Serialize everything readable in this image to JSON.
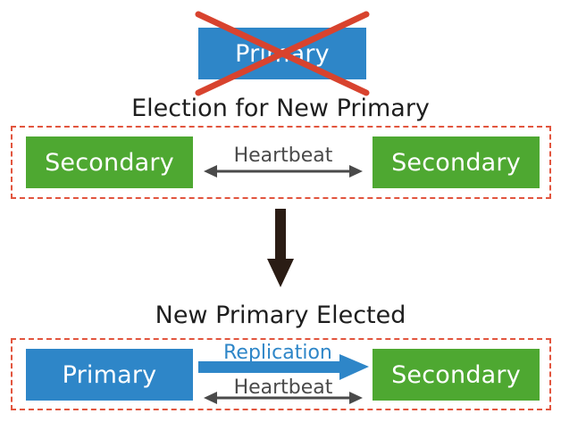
{
  "old_primary": {
    "label": "Primary"
  },
  "stage1": {
    "heading": "Election for New Primary",
    "left_node": "Secondary",
    "right_node": "Secondary",
    "edge_label": "Heartbeat"
  },
  "stage2": {
    "heading": "New Primary Elected",
    "left_node": "Primary",
    "right_node": "Secondary",
    "replication_label": "Replication",
    "heartbeat_label": "Heartbeat"
  },
  "colors": {
    "primary_blue": "#2e86c8",
    "secondary_green": "#4ea831",
    "cross_red": "#d8432e",
    "border_red": "#e2553e",
    "arrow_gray": "#4a4a4a",
    "arrow_dark": "#2a1c14",
    "replication_blue": "#2e86c8"
  }
}
